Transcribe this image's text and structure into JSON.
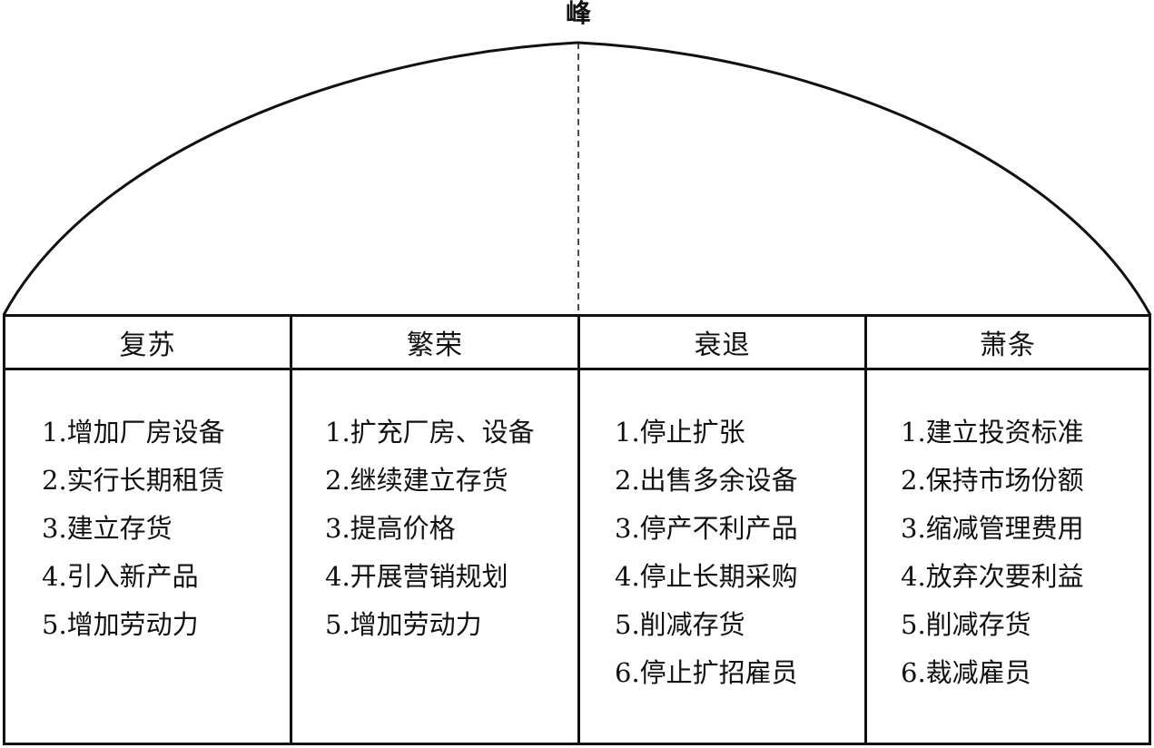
{
  "peak_label": "峰",
  "phases": [
    {
      "name": "复苏",
      "items": [
        "1.增加厂房设备",
        "2.实行长期租赁",
        "3.建立存货",
        "4.引入新产品",
        "5.增加劳动力"
      ]
    },
    {
      "name": "繁荣",
      "items": [
        "1.扩充厂房、设备",
        "2.继续建立存货",
        "3.提高价格",
        "4.开展营销规划",
        "5.增加劳动力"
      ]
    },
    {
      "name": "衰退",
      "items": [
        "1.停止扩张",
        "2.出售多余设备",
        "3.停产不利产品",
        "4.停止长期采购",
        "5.削减存货",
        "6.停止扩招雇员"
      ]
    },
    {
      "name": "萧条",
      "items": [
        "1.建立投资标准",
        "2.保持市场份额",
        "3.缩减管理费用",
        "4.放弃次要利益",
        "5.削减存货",
        "6.裁减雇员"
      ]
    }
  ]
}
